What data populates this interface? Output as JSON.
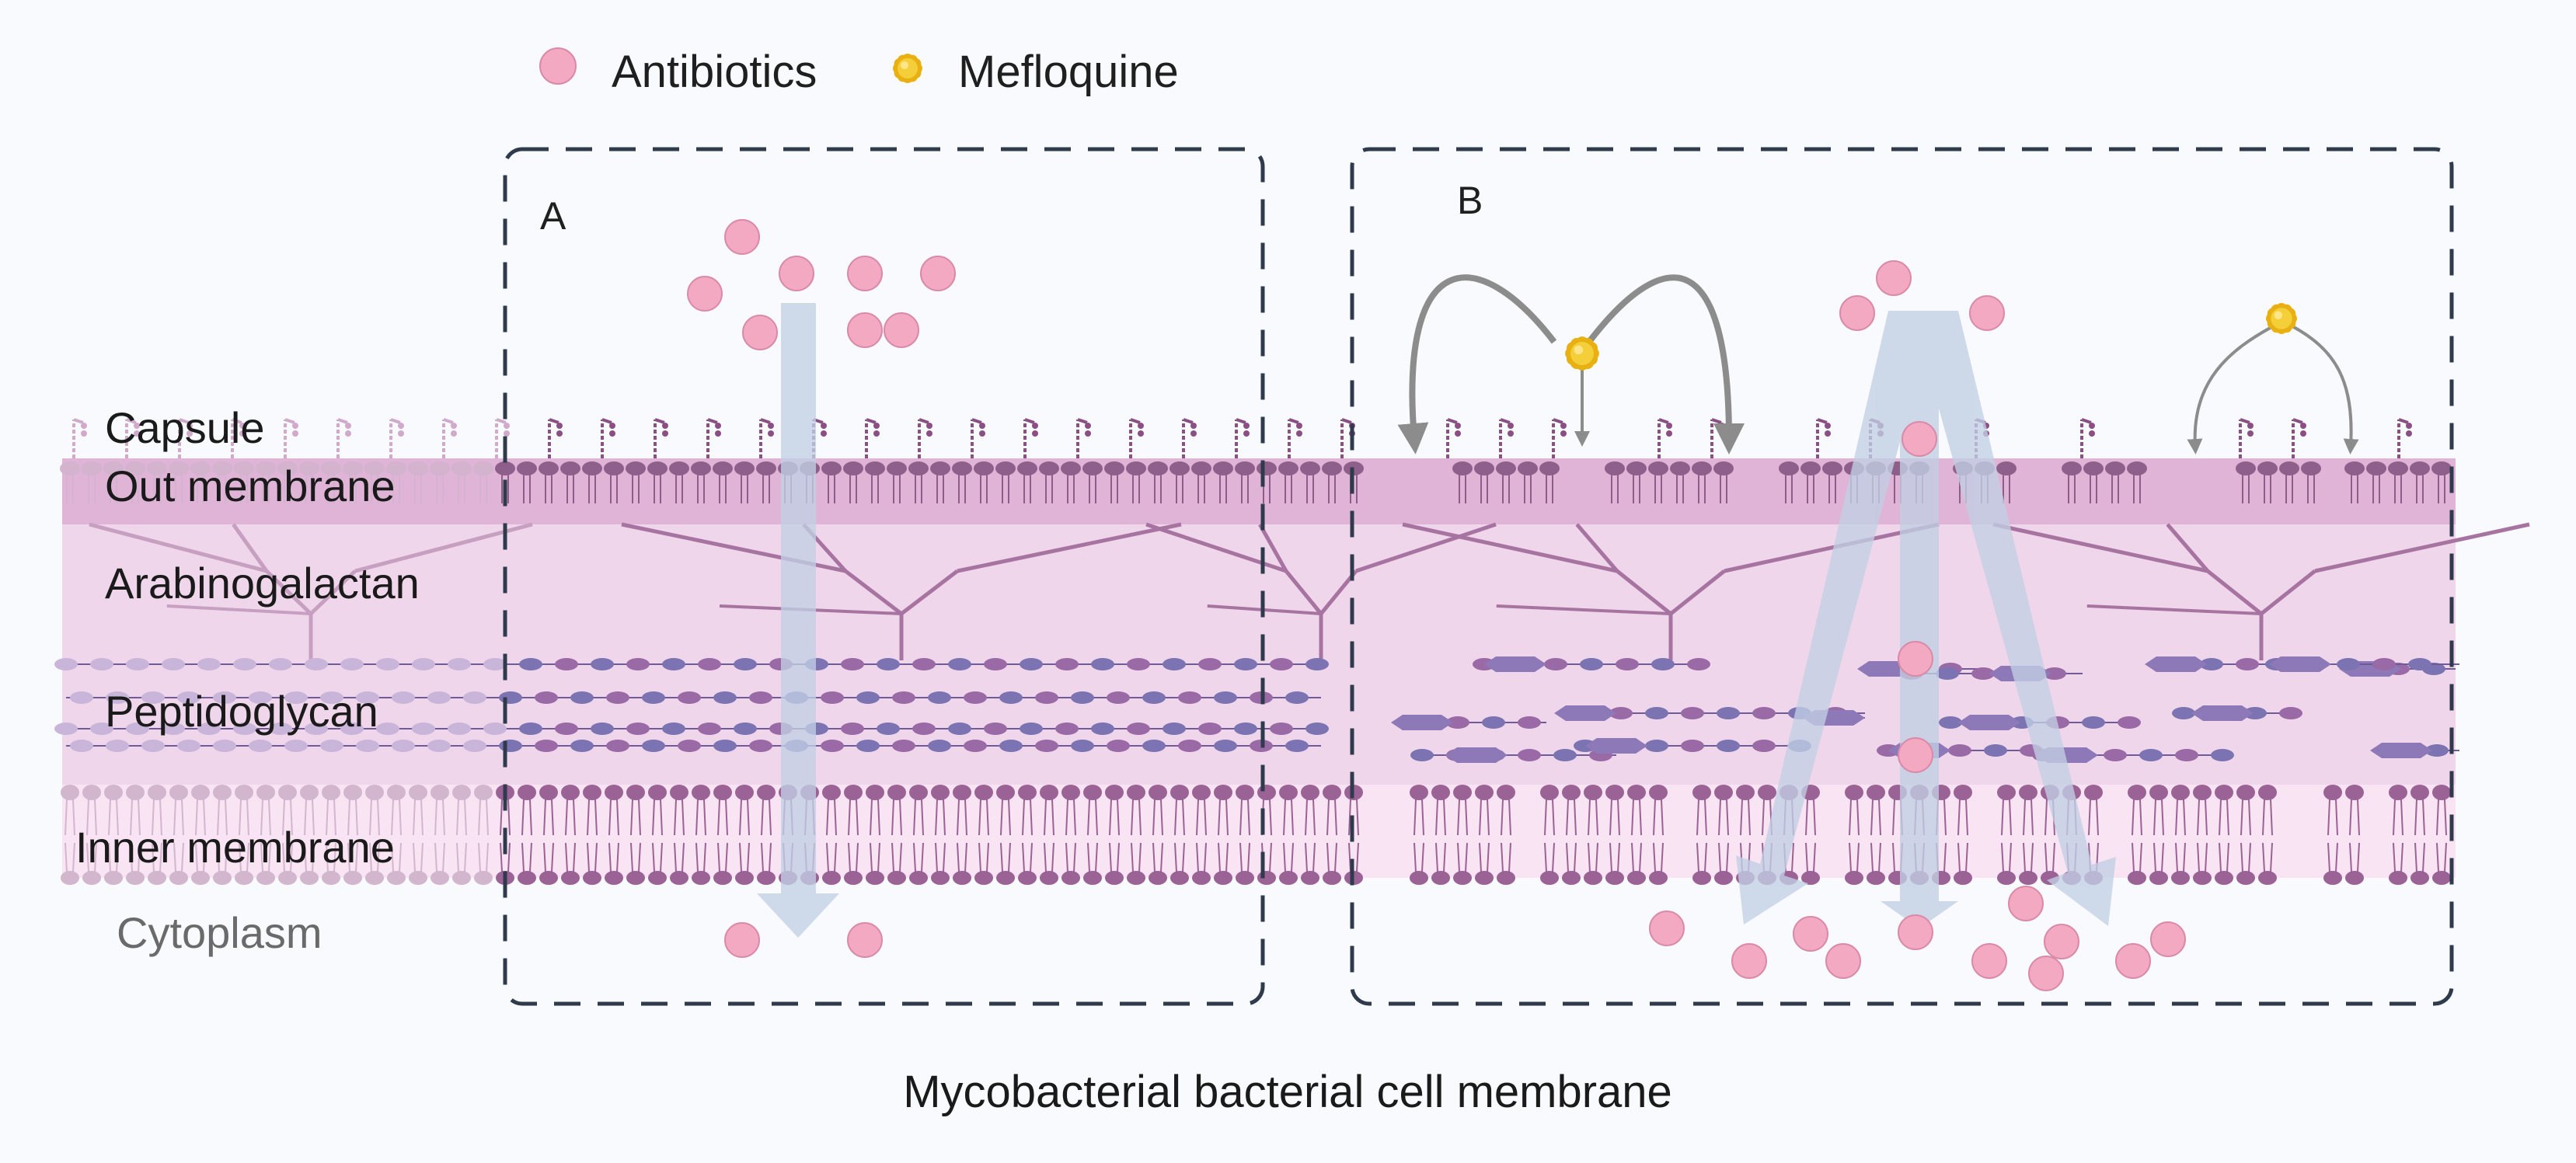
{
  "legend": {
    "antibiotics_label": "Antibiotics",
    "mefloquine_label": "Mefloquine"
  },
  "panels": {
    "a_label": "A",
    "b_label": "B"
  },
  "layers": {
    "capsule": "Capsule",
    "outer_membrane": "Out membrane",
    "arabinogalactan": "Arabinogalactan",
    "peptidoglycan": "Peptidoglycan",
    "inner_membrane": "Inner membrane",
    "cytoplasm": "Cytoplasm"
  },
  "caption": "Mycobacterial bacterial cell membrane",
  "colors": {
    "antibiotic": "#f4a9c3",
    "mefloquine": "#f0c419",
    "outer_membrane_band": "#e0b6d8",
    "periplasm_band": "#efd6ea",
    "inner_membrane_band": "#f7e2f1",
    "lipid_head": "#a16e9e",
    "peptidoglycan_node_a": "#9a6aa6",
    "peptidoglycan_node_b": "#7b73b2",
    "arrow_translucent": "#c2d0e4",
    "panel_border": "#2f3b4c",
    "curved_arrow": "#8c8c8c"
  }
}
